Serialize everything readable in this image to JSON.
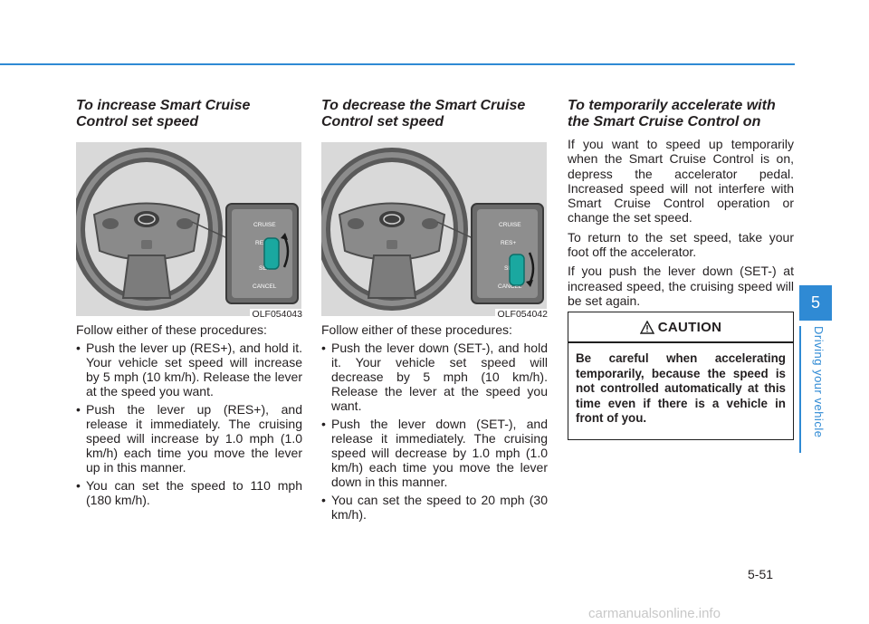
{
  "columns": [
    {
      "heading": "To increase Smart Cruise Control set speed",
      "figure_code": "OLF054043",
      "figure_labels": {
        "cruise": "CRUISE",
        "res": "RES+",
        "set": "SET-",
        "cancel": "CANCEL"
      },
      "intro": "Follow either of these procedures:",
      "bullets": [
        "Push the lever up (RES+), and hold it. Your vehicle set speed will increase by 5 mph (10 km/h). Release the lever at the speed you want.",
        "Push the lever up (RES+), and release it immediately. The cruising speed will increase by 1.0 mph (1.0 km/h) each time you move the lever up in this manner.",
        "You can set the speed to 110 mph (180 km/h)."
      ]
    },
    {
      "heading": "To decrease the Smart Cruise Control set speed",
      "figure_code": "OLF054042",
      "figure_labels": {
        "cruise": "CRUISE",
        "res": "RES+",
        "set": "SET-",
        "cancel": "CANCEL"
      },
      "intro": "Follow either of these procedures:",
      "bullets": [
        "Push the lever down (SET-), and hold it. Your vehicle set speed will decrease by 5 mph (10 km/h). Release the lever at the speed you want.",
        "Push the lever down (SET-), and release it immediately. The cruising speed will decrease by 1.0 mph (1.0 km/h) each time you move the lever down in this manner.",
        "You can set the speed to 20 mph (30 km/h)."
      ]
    }
  ],
  "right_column": {
    "heading": "To temporarily accelerate with the Smart Cruise Control on",
    "paragraphs": [
      "If you want to speed up temporarily when the Smart Cruise Control is on, depress the accelerator pedal. Increased speed will not interfere with Smart Cruise Control operation or change the set speed.",
      "To return to the set speed, take your foot off the accelerator.",
      "If you push the lever down (SET-) at increased speed, the cruising speed will be set again."
    ]
  },
  "caution": {
    "title": "CAUTION",
    "text": "Be careful when accelerating temporarily, because the speed is not controlled automatically at this time even if there is a vehicle in front of you."
  },
  "side_tab": {
    "number": "5",
    "label": "Driving your vehicle"
  },
  "page_number": "5-51",
  "watermark": "carmanualsonline.info",
  "colors": {
    "accent": "#2f8ad4",
    "lever_highlight": "#1aa8a0"
  },
  "icons": {
    "bullet": "•",
    "warning": "warning-triangle-icon"
  }
}
